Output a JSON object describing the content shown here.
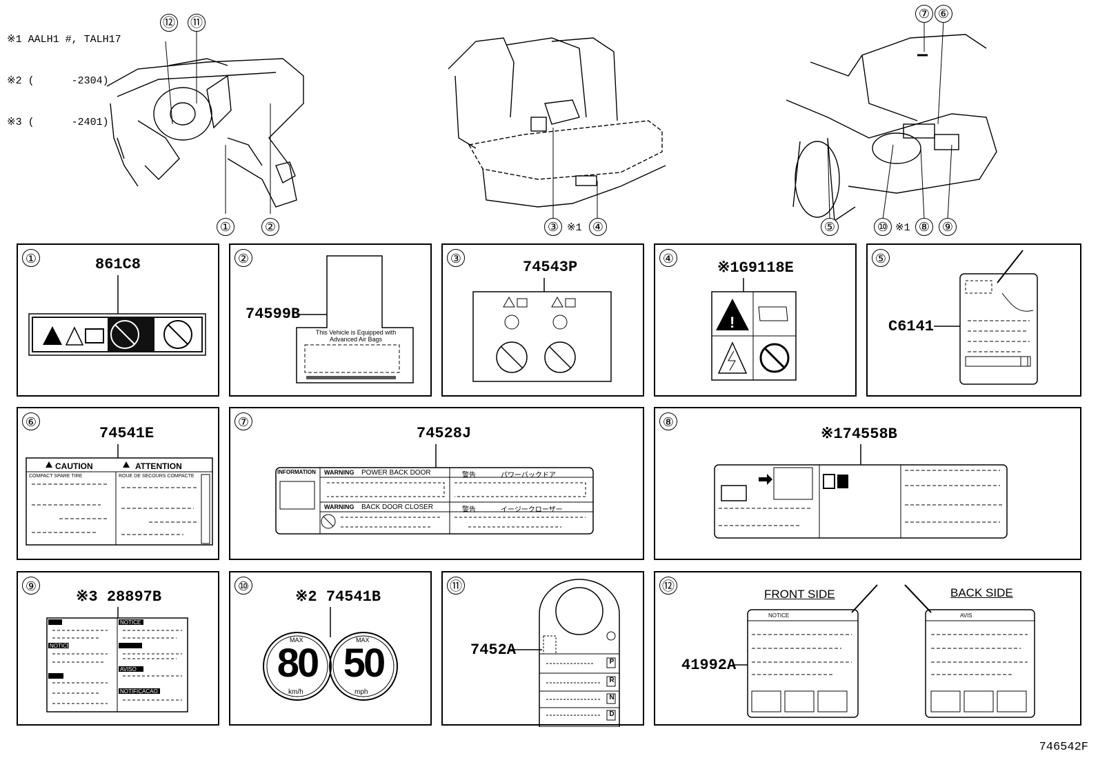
{
  "notes": [
    "※1 AALH1 #, TALH17",
    "※2 (      -2304)",
    "※3 (      -2401)"
  ],
  "overview_callouts": {
    "dash": [
      "⑫",
      "⑪",
      "①",
      "②"
    ],
    "seat": [
      "③",
      "※1",
      "④"
    ],
    "rear": [
      "⑦",
      "⑥",
      "⑤",
      "⑩",
      "※1",
      "⑧",
      "⑨"
    ]
  },
  "panels": [
    {
      "num": "①",
      "code": "861C8"
    },
    {
      "num": "②",
      "code": "74599B",
      "text": "This Vehicle is Equipped with Advanced Air Bags"
    },
    {
      "num": "③",
      "code": "74543P"
    },
    {
      "num": "④",
      "code": "※1G9118E"
    },
    {
      "num": "⑤",
      "code": "C6141"
    },
    {
      "num": "⑥",
      "code": "74541E",
      "caution": "CAUTION",
      "attention": "ATTENTION",
      "sub1": "COMPACT SPARE TIRE",
      "sub2": "ROUE DE SECOURS COMPACTE"
    },
    {
      "num": "⑦",
      "code": "74528J",
      "info": "INFORMATION",
      "w1": "WARNING",
      "w1t": "POWER  BACK DOOR",
      "j1": "警告",
      "j1t": "パワーバックドア",
      "w2": "WARNING",
      "w2t": "BACK DOOR CLOSER",
      "j2": "警告",
      "j2t": "イージークローザー"
    },
    {
      "num": "⑧",
      "code": "※174558B"
    },
    {
      "num": "⑨",
      "code": "※3 28897B",
      "n1": "NOTICE",
      "n2": "NOTICE",
      "n3": "AVISO",
      "n4": "NOTIFICACAO"
    },
    {
      "num": "⑩",
      "code": "※2 74541B",
      "v1": "80",
      "u1": "km/h",
      "v2": "50",
      "u2": "mph",
      "max": "MAX"
    },
    {
      "num": "⑪",
      "code": "7452A",
      "gears": [
        "P",
        "R",
        "N",
        "D"
      ]
    },
    {
      "num": "⑫",
      "code": "41992A",
      "front": "FRONT SIDE",
      "back": "BACK SIDE",
      "ftab": "NOTICE",
      "btab": "AVIS"
    }
  ],
  "footer": "746542F"
}
